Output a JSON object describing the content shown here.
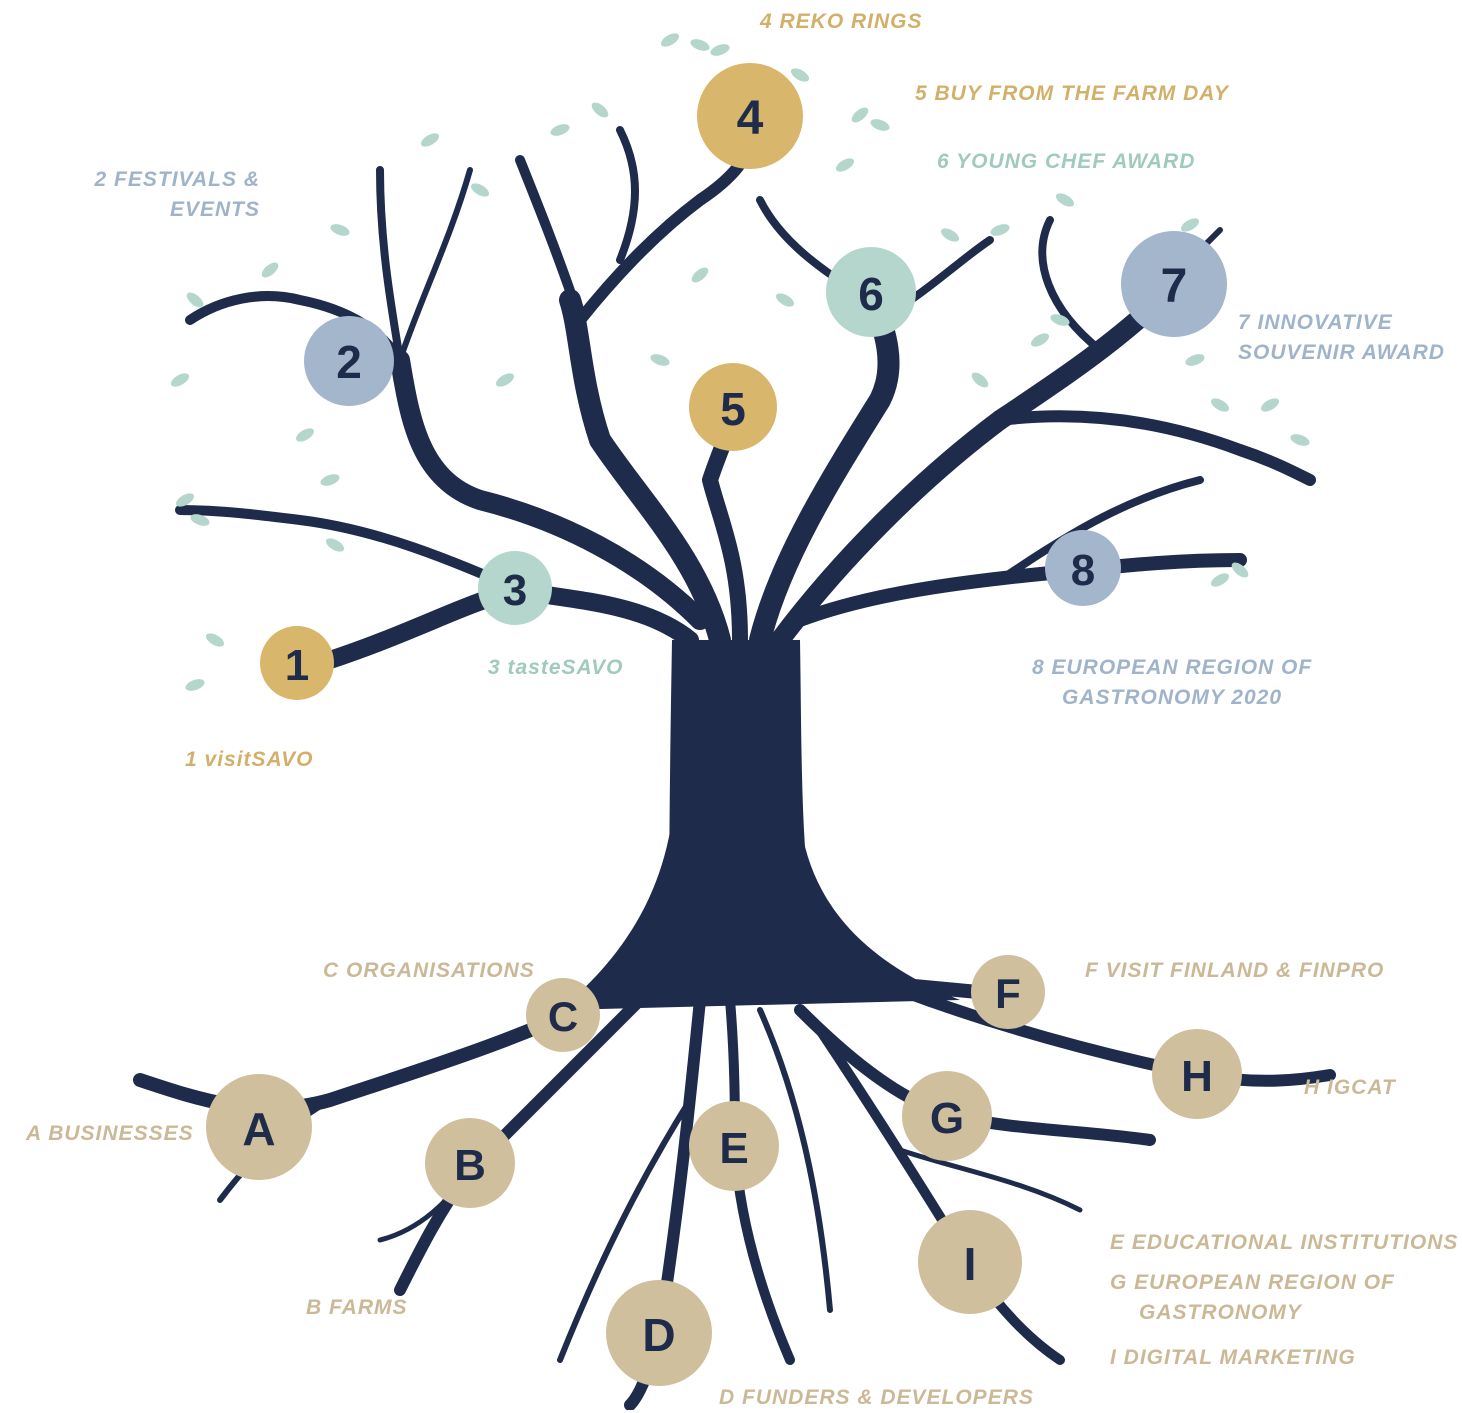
{
  "colors": {
    "trunk": "#1f2b4b",
    "gold": "#d8b66c",
    "blue": "#a3b6cc",
    "mint": "#b5d6cc",
    "root_node": "#cfbf9c",
    "leaf": "#b5d6cc",
    "label_gold": "#d2b06a",
    "label_blue": "#9fb3cb",
    "label_mint": "#9fcabd",
    "label_root": "#cbb897"
  },
  "branch_nodes": [
    {
      "id": "1",
      "color": "gold"
    },
    {
      "id": "2",
      "color": "blue"
    },
    {
      "id": "3",
      "color": "mint"
    },
    {
      "id": "4",
      "color": "gold"
    },
    {
      "id": "5",
      "color": "gold"
    },
    {
      "id": "6",
      "color": "mint"
    },
    {
      "id": "7",
      "color": "blue"
    },
    {
      "id": "8",
      "color": "blue"
    }
  ],
  "root_nodes": [
    {
      "id": "A"
    },
    {
      "id": "B"
    },
    {
      "id": "C"
    },
    {
      "id": "D"
    },
    {
      "id": "E"
    },
    {
      "id": "F"
    },
    {
      "id": "G"
    },
    {
      "id": "H"
    },
    {
      "id": "I"
    }
  ],
  "labels": {
    "l1": "1  visitSAVO",
    "l2a": "2  FESTIVALS &",
    "l2b": "EVENTS",
    "l3": "3  tasteSAVO",
    "l4": "4 REKO RINGS",
    "l5": "5 BUY FROM THE FARM DAY",
    "l6": "6  YOUNG CHEF AWARD",
    "l7a": "7  INNOVATIVE",
    "l7b": "SOUVENIR AWARD",
    "l8a": "8  EUROPEAN REGION OF",
    "l8b": "GASTRONOMY 2020",
    "lA": "A  BUSINESSES",
    "lB": "B  FARMS",
    "lC": "C  ORGANISATIONS",
    "lD": "D FUNDERS & DEVELOPERS",
    "lE": "E  EDUCATIONAL INSTITUTIONS",
    "lF": "F  VISIT FINLAND & FINPRO",
    "lGa": "G  EUROPEAN REGION OF",
    "lGb": "GASTRONOMY",
    "lH": "H  IGCAT",
    "lI": "I  DIGITAL MARKETING"
  }
}
